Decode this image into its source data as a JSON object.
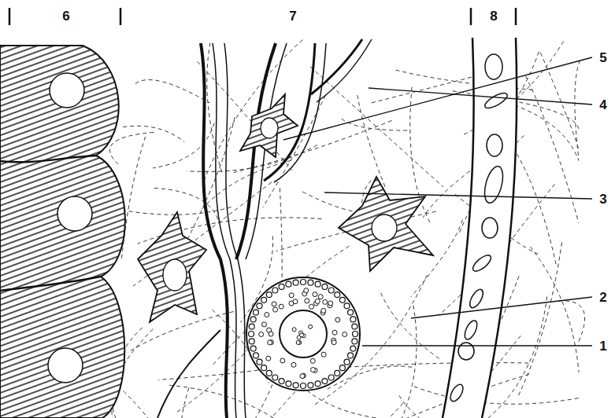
{
  "diagram": {
    "labels": [
      "6",
      "7",
      "8",
      "5",
      "4",
      "3",
      "2",
      "1"
    ]
  }
}
